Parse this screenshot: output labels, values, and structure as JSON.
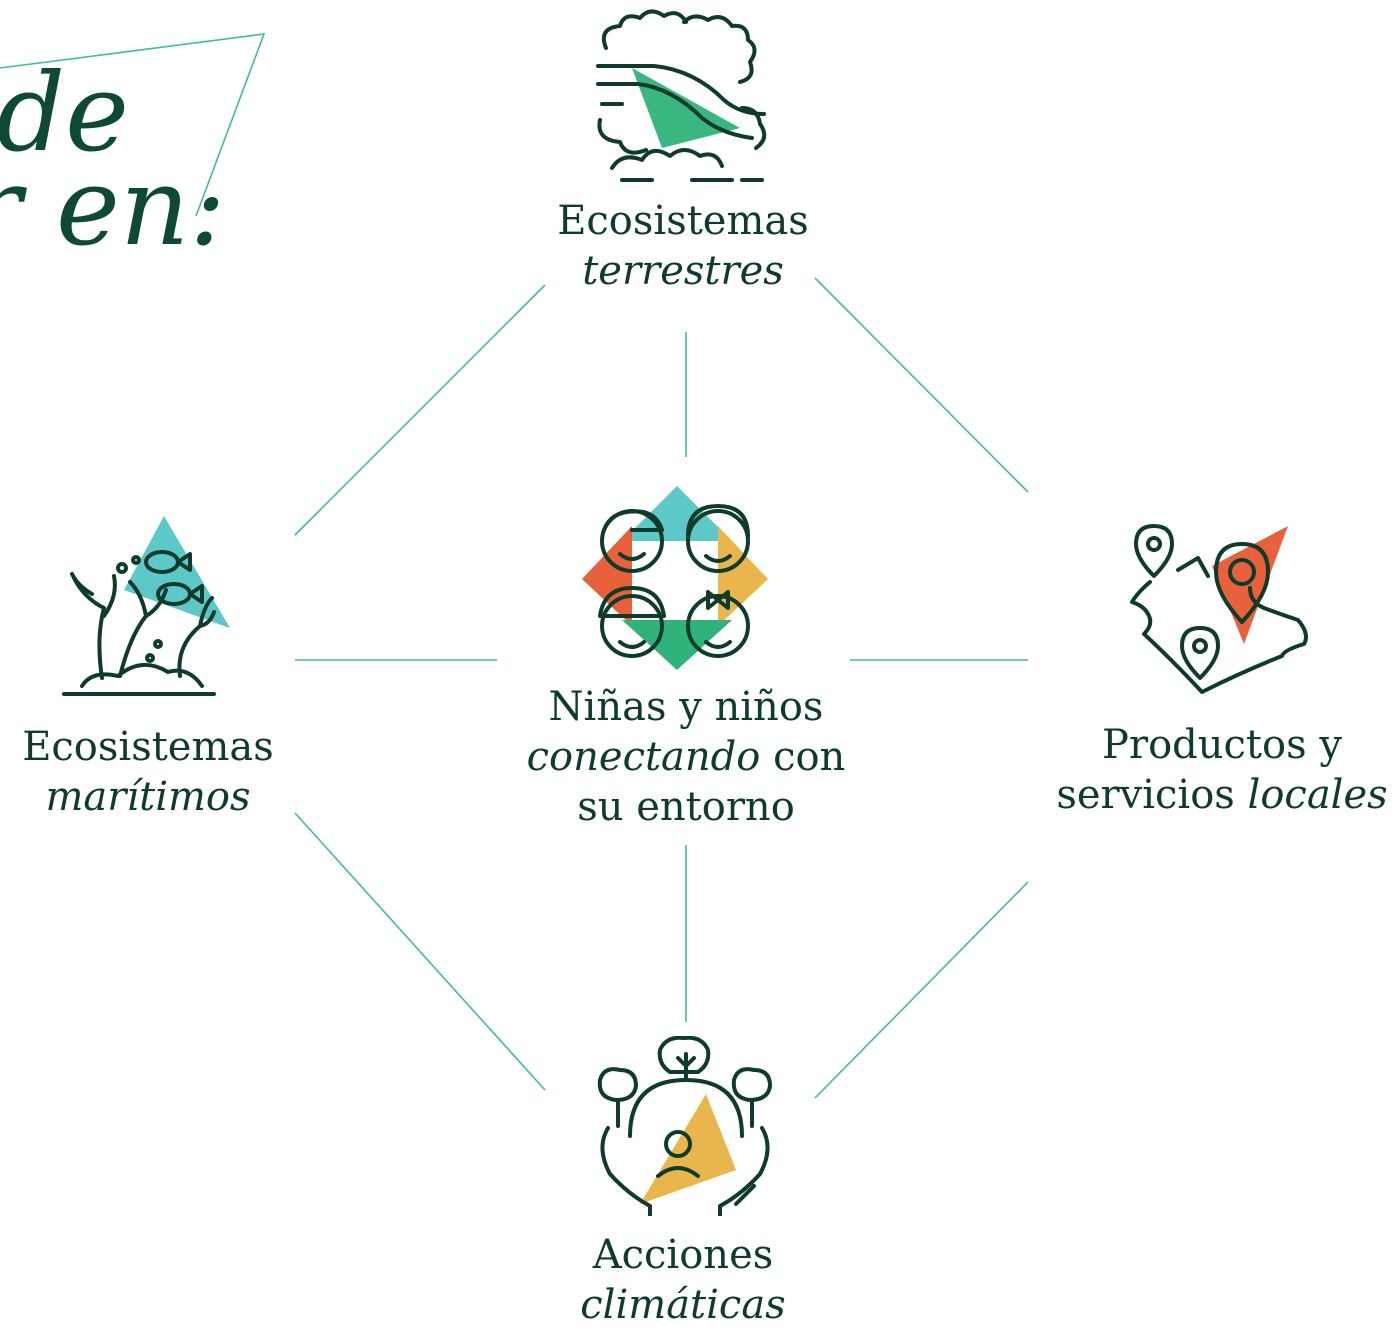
{
  "title_fragments": [
    "de",
    "r en:"
  ],
  "nodes": {
    "center": {
      "line1": "Niñas y niños",
      "line2_italic": "conectando",
      "line2_rest": " con",
      "line3": "su entorno"
    },
    "top": {
      "line1": "Ecosistemas",
      "line2_italic": "terrestres"
    },
    "left": {
      "line1": "Ecosistemas",
      "line2_italic": "marítimos"
    },
    "right": {
      "line1": "Productos y",
      "line2_prefix": "servicios ",
      "line2_italic": "locales"
    },
    "bottom": {
      "line1": "Acciones",
      "line2_italic": "climáticas"
    }
  },
  "colors": {
    "ink": "#0e3b2a",
    "connector": "#3fbf8f",
    "green": "#2fb37a",
    "teal": "#5cc8c8",
    "orange": "#e8603c",
    "yellow": "#e8b64c"
  },
  "icons": [
    "forest-icon",
    "children-icon",
    "coral-reef-icon",
    "map-pins-icon",
    "planet-hands-icon"
  ]
}
